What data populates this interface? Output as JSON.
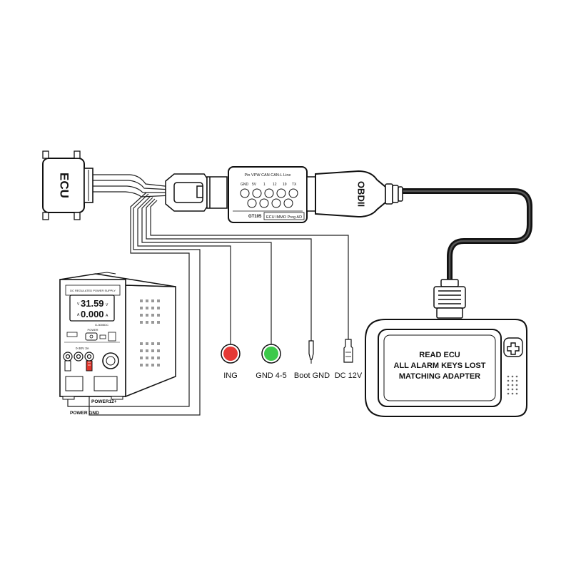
{
  "ecu": {
    "label": "ECU"
  },
  "adapter": {
    "header": "Pin VPW CAN CAN-L Line",
    "pins": [
      "GND",
      "5V",
      "1",
      "12",
      "19",
      "TX"
    ],
    "brand": "GT105",
    "model": "ECU IMMO Prog AD"
  },
  "obd_connector": {
    "label": "OBDII"
  },
  "power_supply": {
    "title": "DC REGULATED POWER SUPPLY",
    "voltage": "31.59",
    "voltage_unit": "V",
    "current": "0.000",
    "current_unit": "A",
    "voltage_prefix": "V",
    "current_prefix": "A",
    "model": "G-3005DC",
    "power_label": "POWER",
    "range": "0-30V 3A"
  },
  "labels": {
    "power_plus": "POWER12+",
    "power_gnd": "POWER GND"
  },
  "connectors": [
    {
      "label": "ING",
      "color": "#e53935"
    },
    {
      "label": "GND 4-5",
      "color": "#3cc94a"
    },
    {
      "label": "Boot GND"
    },
    {
      "label": "DC 12V"
    }
  ],
  "tablet": {
    "screen_lines": [
      "READ ECU",
      "ALL ALARM KEYS LOST",
      "MATCHING ADAPTER"
    ]
  }
}
